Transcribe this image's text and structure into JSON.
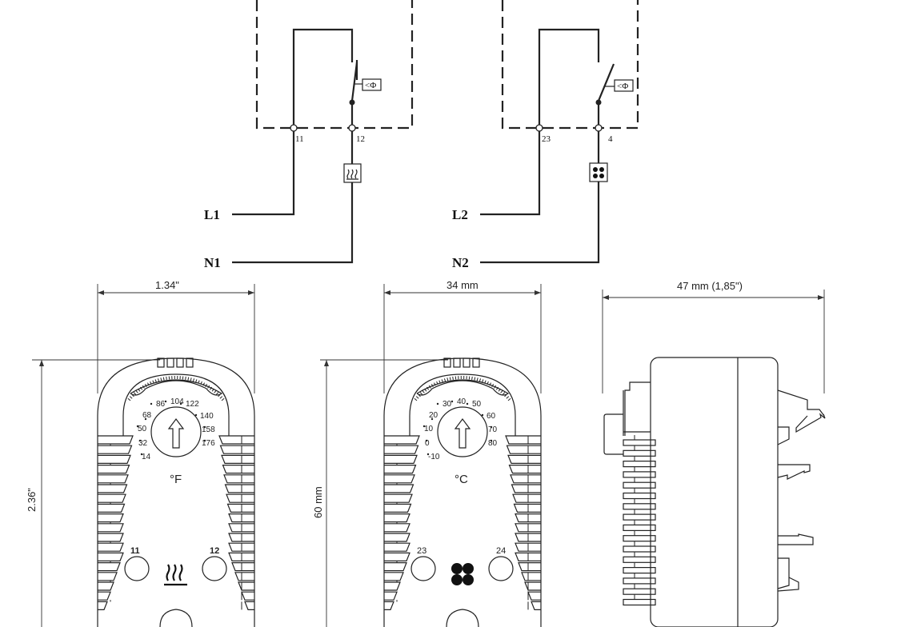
{
  "wiring": {
    "heater": {
      "terminal_a": "11",
      "terminal_b": "12",
      "line": "L1",
      "neutral": "N1",
      "load_icon": "heater-icon",
      "sensor_symbol": "<Φ"
    },
    "fan": {
      "terminal_a": "23",
      "terminal_b": "4",
      "line": "L2",
      "neutral": "N2",
      "load_icon": "fan-icon",
      "sensor_symbol": "<Φ"
    }
  },
  "dimensions": {
    "width_in": "1.34\"",
    "width_mm": "34 mm",
    "depth": "47 mm (1,85\")",
    "height_in": "2.36\"",
    "height_mm": "60 mm"
  },
  "thermostat_f": {
    "scale": [
      "14",
      "32",
      "50",
      "68",
      "86",
      "104",
      "122",
      "140",
      "158",
      "176"
    ],
    "unit": "°F",
    "terminal_a": "11",
    "terminal_b": "12",
    "icon": "heater-icon"
  },
  "thermostat_c": {
    "scale": [
      "-10",
      "0",
      "10",
      "20",
      "30",
      "40",
      "50",
      "60",
      "70",
      "80"
    ],
    "unit": "°C",
    "terminal_a": "23",
    "terminal_b": "24",
    "icon": "fan-icon"
  }
}
